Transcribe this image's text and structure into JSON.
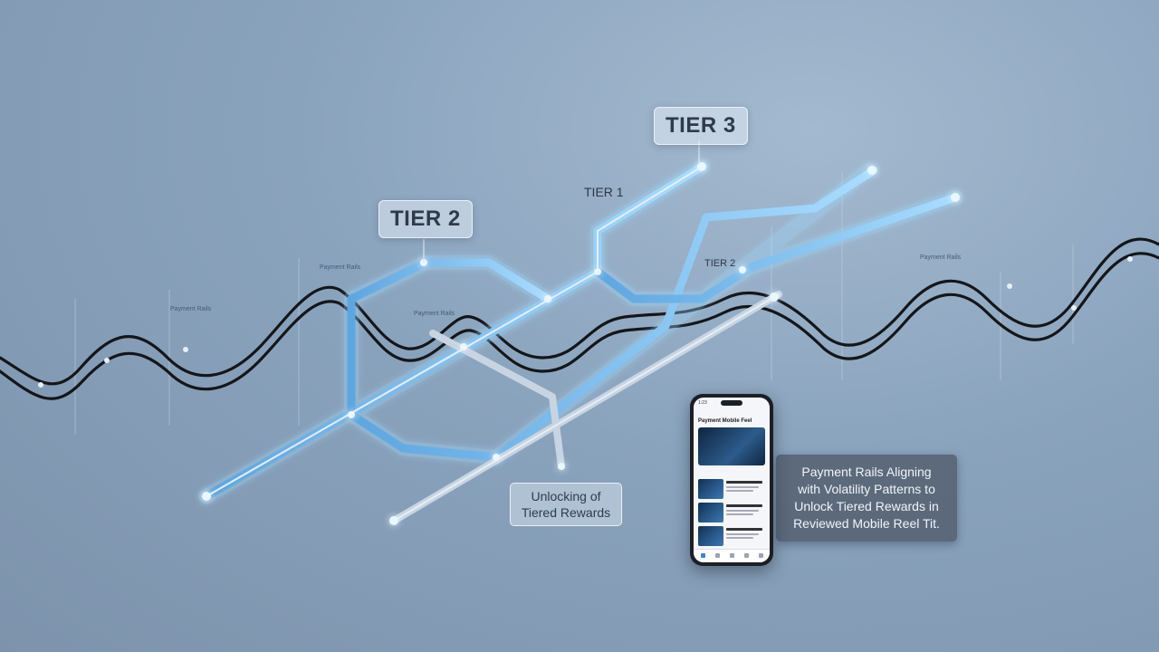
{
  "labels": {
    "tier3": "TIER 3",
    "tier2": "TIER 2",
    "tier1": "TIER 1",
    "tier2_small": "TIER 2"
  },
  "callout": {
    "line1": "Unlocking of",
    "line2": "Tiered Rewards"
  },
  "caption": {
    "line1": "Payment Rails Aligning",
    "line2": "with Volatility Patterns to",
    "line3": "Unlock Tiered Rewards in",
    "line4": "Reviewed Mobile Reel Tit."
  },
  "micro_labels": {
    "a": "Payment Rails",
    "b": "Payment Rails",
    "c": "Payment Rails",
    "d": "Payment Rails"
  },
  "phone": {
    "status_time": "1:23",
    "title": "Payment Mobile Feel"
  },
  "colors": {
    "rail_glow": "#8fd0ff",
    "rail_body": "#6fb4ea",
    "wave": "#14161a",
    "accent_dark": "#1c1f26"
  }
}
